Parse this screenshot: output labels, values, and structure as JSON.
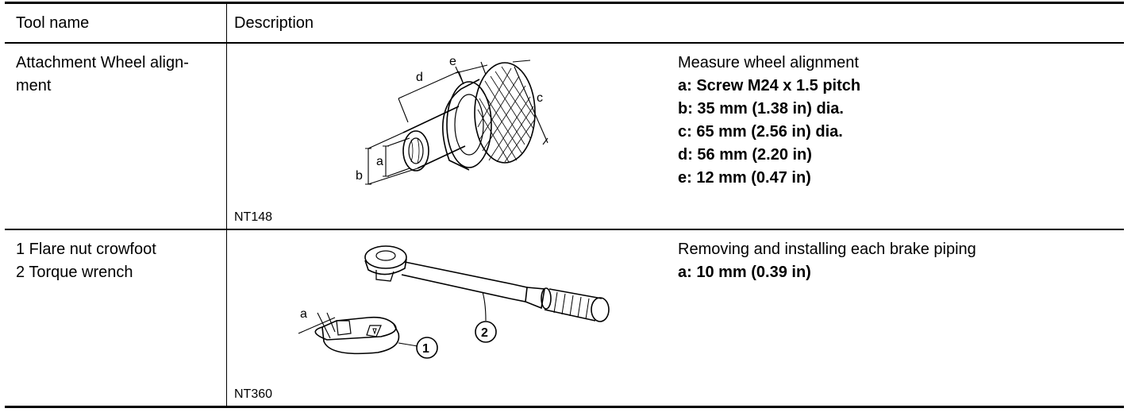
{
  "header": {
    "col1": "Tool name",
    "col2": "Description"
  },
  "rows": [
    {
      "tool_name": [
        "Attachment Wheel align-",
        "ment"
      ],
      "figure_code": "NT148",
      "figure_labels": {
        "a": "a",
        "b": "b",
        "c": "c",
        "d": "d",
        "e": "e"
      },
      "description": "Measure wheel alignment",
      "specs": [
        "a: Screw M24 x 1.5 pitch",
        "b: 35 mm (1.38 in) dia.",
        "c: 65 mm (2.56 in) dia.",
        "d: 56 mm (2.20 in)",
        "e: 12 mm (0.47 in)"
      ]
    },
    {
      "tool_name": [
        "1 Flare nut crowfoot",
        "2 Torque wrench"
      ],
      "figure_code": "NT360",
      "figure_labels": {
        "a": "a",
        "one": "1",
        "two": "2"
      },
      "description": "Removing and installing each brake piping",
      "specs": [
        "a: 10 mm (0.39 in)"
      ]
    }
  ]
}
